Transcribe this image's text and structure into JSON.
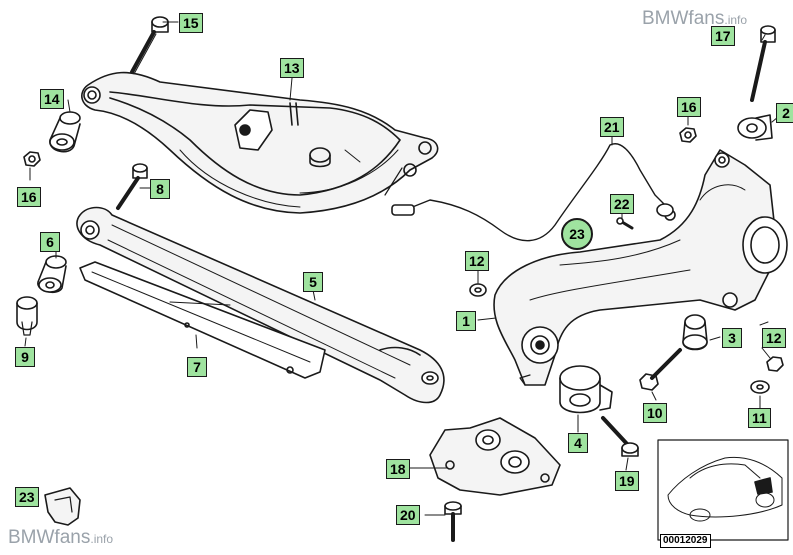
{
  "watermark": {
    "main": "BMWfans",
    "suffix": ".info"
  },
  "diagram_ref": "00012029",
  "colors": {
    "label_bg": "#9fe39f",
    "line": "#1a1a1a",
    "watermark": "#9aa2aa"
  },
  "labels": {
    "p1": "1",
    "p2": "2",
    "p3": "3",
    "p4": "4",
    "p5": "5",
    "p6": "6",
    "p7": "7",
    "p8": "8",
    "p9": "9",
    "p10": "10",
    "p11": "11",
    "p12a": "12",
    "p12b": "12",
    "p13": "13",
    "p14": "14",
    "p15": "15",
    "p16a": "16",
    "p16b": "16",
    "p17": "17",
    "p18": "18",
    "p19": "19",
    "p20": "20",
    "p21": "21",
    "p22": "22",
    "p23a": "23",
    "p23b": "23"
  }
}
